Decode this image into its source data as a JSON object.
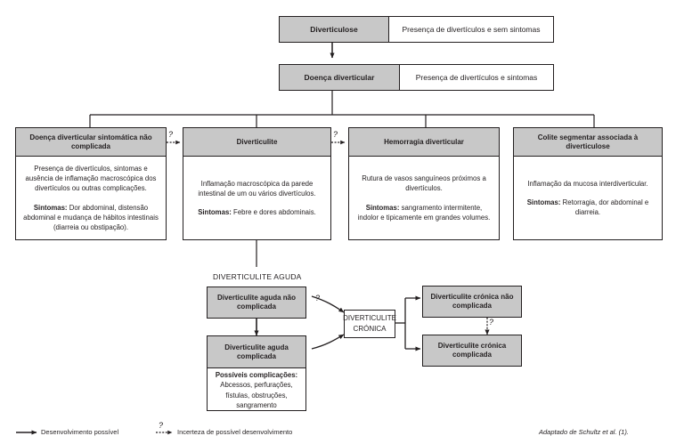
{
  "diagram": {
    "title_row_1": {
      "label": "Diverticulose",
      "description": "Presença de divertículos e sem sintomas"
    },
    "title_row_2": {
      "label": "Doença diverticular",
      "description": "Presença de divertículos e sintomas"
    },
    "categories": [
      {
        "id": "doenca-diverticular-sintomatica-nao-complicada",
        "title": "Doença diverticular sintomática não complicada",
        "para1": "Presença de divertículos, sintomas e ausência de inflamação macroscópica dos divertículos ou outras complicações.",
        "symptoms_label": "Sintomas:",
        "symptoms_text": " Dor abdominal, distensão abdominal e mudança de hábitos intestinais (diarreia ou obstipação)."
      },
      {
        "id": "diverticulite",
        "title": "Diverticulite",
        "para1": "Inflamação macroscópica da parede intestinal de um ou vários divertículos.",
        "symptoms_label": "Sintomas:",
        "symptoms_text": " Febre e dores abdominais."
      },
      {
        "id": "hemorragia-diverticular",
        "title": "Hemorragia diverticular",
        "para1": "Rutura de vasos sanguíneos próximos a divertículos.",
        "symptoms_label": "Sintomas:",
        "symptoms_text": " sangramento intermitente, indolor e tipicamente em grandes volumes."
      },
      {
        "id": "colite-segmentar-associada-a-diverticulose",
        "title": "Colite segmentar associada à diverticulose",
        "para1": "Inflamação da mucosa interdiverticular.",
        "symptoms_label": "Sintomas:",
        "symptoms_text": " Retorragia, dor abdominal e diarreia."
      }
    ],
    "acute_section_label": "DIVERTICULITE AGUDA",
    "acute": {
      "uncomplicated": "Diverticulite aguda não complicada",
      "complicated": "Diverticulite aguda complicada",
      "complications_label": "Possíveis complicações:",
      "complications_text": "Abcessos, perfurações, fístulas, obstruções, sangramento"
    },
    "chronic_hub": "DIVERTICULITE CRÓNICA",
    "chronic": {
      "uncomplicated": "Diverticulite crónica não complicada",
      "complicated": "Diverticulite crónica complicada"
    },
    "uncertainty_marker": "?"
  },
  "legend": {
    "possible_development": "Desenvolvimento possível",
    "uncertain_development": "Incerteza de possível desenvolvimento",
    "uncertainty_marker": "?"
  },
  "credit": "Adaptado de Schultz et al. (1).",
  "colors": {
    "header_fill": "#c8c8c8",
    "stroke": "#231f20",
    "background": "#ffffff"
  }
}
